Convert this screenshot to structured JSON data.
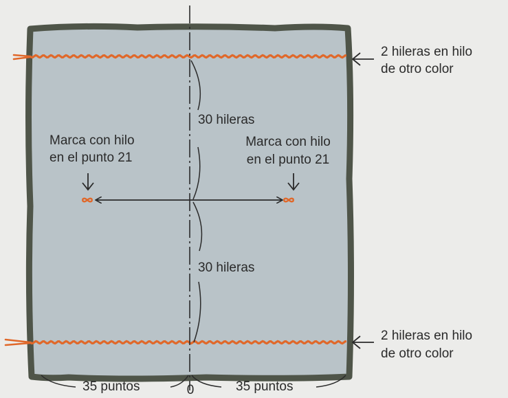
{
  "colors": {
    "page_background": "#ececea",
    "swatch_fill": "#b9c3c8",
    "swatch_border": "#4f5549",
    "contrast_yarn": "#e0682a",
    "marker_thread": "#e0682a",
    "ink": "#2a2a2a"
  },
  "icons": {
    "right_marker": "bow-marker-icon",
    "left_marker": "bow-marker-icon",
    "top_side_arrow": "arrow-left-icon",
    "bottom_side_arrow": "arrow-left-icon"
  },
  "annotations": {
    "top_rows_line1": "2 hileras en hilo",
    "top_rows_line2": "de otro color",
    "bottom_rows_line1": "2 hileras en hilo",
    "bottom_rows_line2": "de otro color",
    "upper_rows": "30 hileras",
    "lower_rows": "30 hileras",
    "left_marker_line1": "Marca con hilo",
    "left_marker_line2": "en el punto 21",
    "right_marker_line1": "Marca con hilo",
    "right_marker_line2": "en el punto 21",
    "left_stitches": "35 puntos",
    "right_stitches": "35 puntos",
    "center_zero": "0"
  }
}
